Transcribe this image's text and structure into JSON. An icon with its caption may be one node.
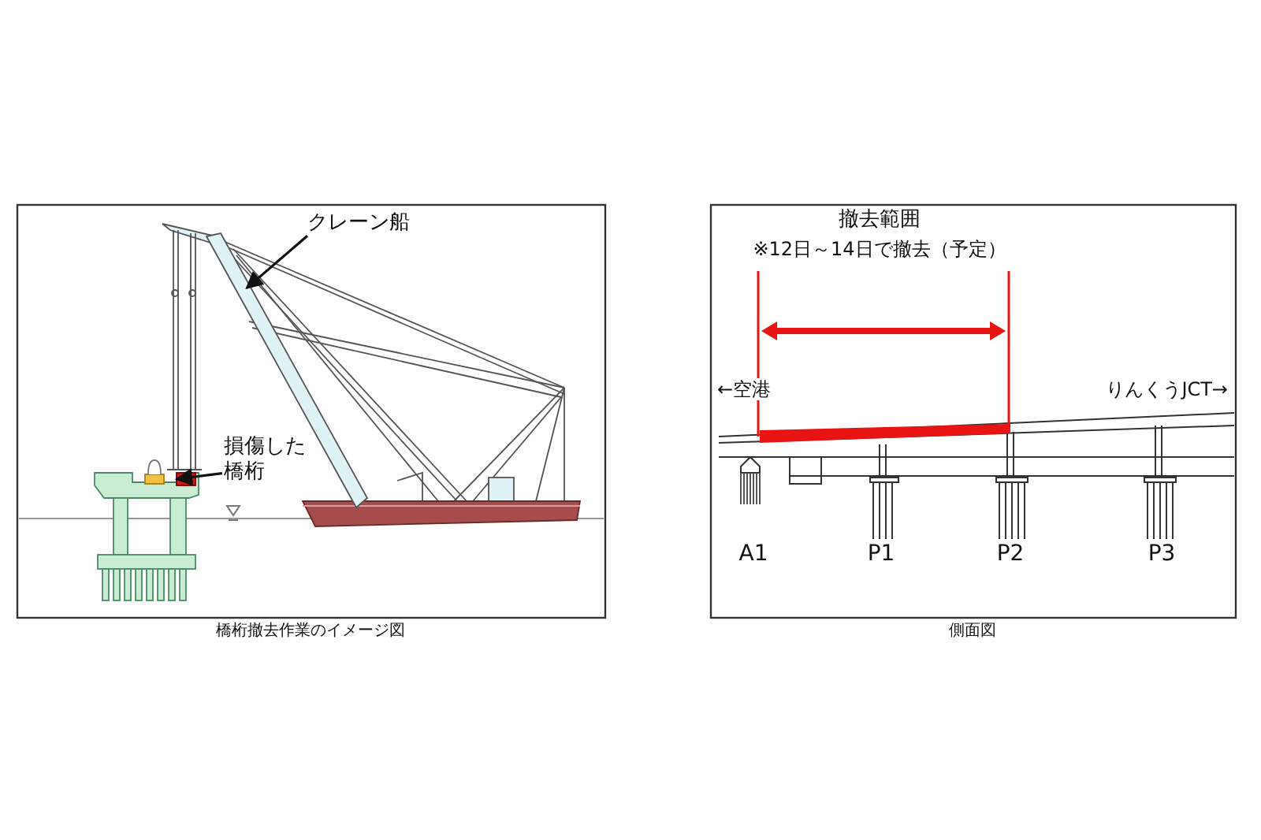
{
  "diagram": {
    "nodes": [
      {
        "text": [
          "クレーン船"
        ]
      },
      {
        "text": [],
        "shape": "bar"
      },
      {
        "text": [
          "損傷した橋桁"
        ]
      },
      {
        "text": [],
        "shape": "box"
      }
    ],
    "edges": [
      {
        "from": 0,
        "to": 1,
        "arrow": "to"
      },
      {
        "from": 2,
        "to": 3,
        "arrow": "to"
      }
    ],
    "labels": [
      "橋桁撤去作業のイメージ図",
      "撤去範囲",
      "※12日～14日で撤去（予定）",
      "←空港",
      "りんくうJCT→",
      "A1",
      "P1",
      "P2",
      "P3",
      "側面図"
    ]
  }
}
